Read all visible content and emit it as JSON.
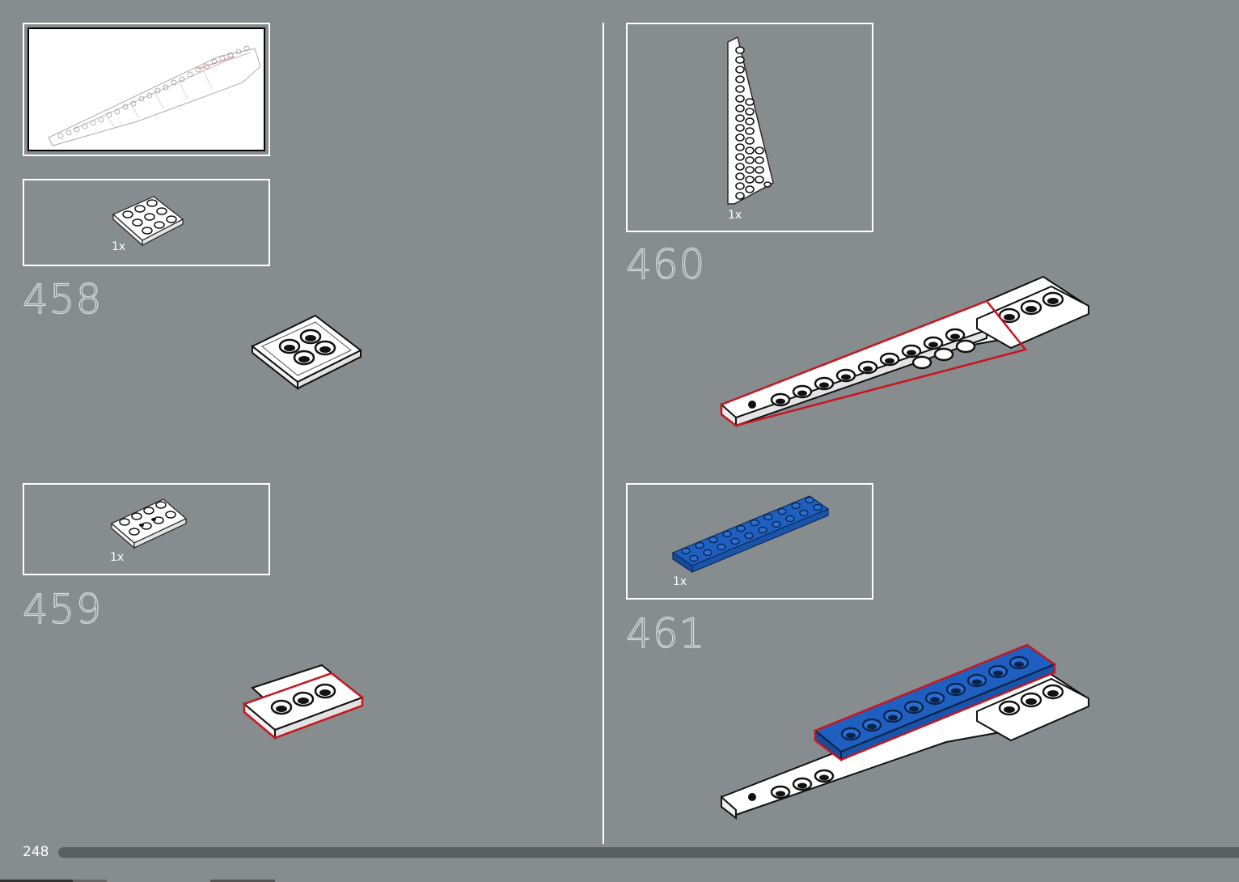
{
  "page": {
    "number": "248",
    "progress_percent": 100
  },
  "steps": [
    {
      "id": "458",
      "parts": [
        {
          "qty": "1x",
          "part": "white-plate-2x3"
        }
      ]
    },
    {
      "id": "459",
      "parts": [
        {
          "qty": "1x",
          "part": "white-plate-2x4-with-holes"
        }
      ]
    },
    {
      "id": "460",
      "parts": [
        {
          "qty": "1x",
          "part": "white-wedge-plate-3x12"
        }
      ]
    },
    {
      "id": "461",
      "parts": [
        {
          "qty": "1x",
          "part": "blue-plate-2x10"
        }
      ]
    }
  ],
  "colors": {
    "background": "#878c8f",
    "brick_white": "#ffffff",
    "brick_blue": "#1f5fbf",
    "highlight_red": "#c8161d"
  }
}
